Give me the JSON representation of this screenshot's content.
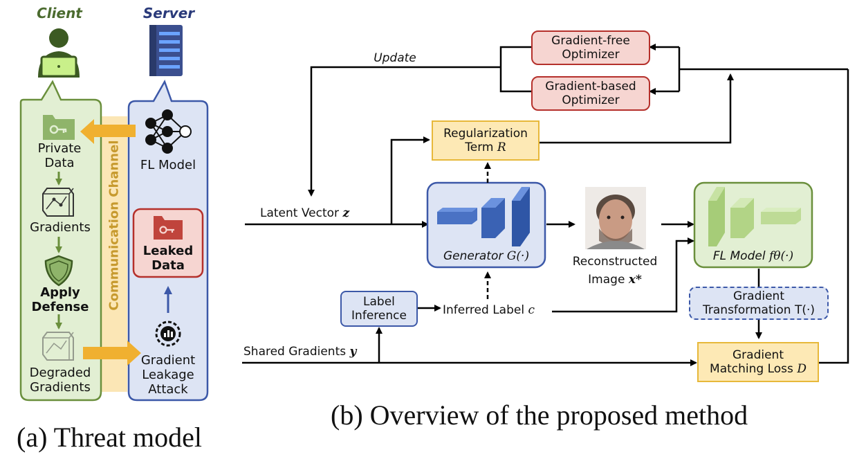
{
  "threat": {
    "client_title": "Client",
    "server_title": "Server",
    "private_data": "Private\nData",
    "gradients": "Gradients",
    "apply_defense": "Apply\nDefense",
    "degraded_gradients": "Degraded\nGradients",
    "channel": "Communication Channel",
    "fl_model": "FL Model",
    "leaked_data": "Leaked\nData",
    "attack": "Gradient\nLeakage\nAttack",
    "caption": "(a) Threat model"
  },
  "method": {
    "update": "Update",
    "gradient_free": "Gradient-free\nOptimizer",
    "gradient_based": "Gradient-based\nOptimizer",
    "regularization": "Regularization",
    "term": "Term ",
    "term_symbol": "R",
    "latent_vector": "Latent Vector ",
    "latent_symbol": "z",
    "generator": "Generator ",
    "generator_symbol": "G(·)",
    "reconstructed": "Reconstructed",
    "image": "Image ",
    "image_symbol": "x*",
    "fl_model": "FL Model ",
    "fl_symbol": "fθ(·)",
    "label_inference": "Label\nInference",
    "inferred_label": "Inferred Label ",
    "label_symbol": "c",
    "gradient_transformation": "Gradient\nTransformation T(·)",
    "shared_gradients": "Shared Gradients ",
    "shared_symbol": "y",
    "matching_loss": "Gradient",
    "matching_loss_2": "Matching Loss ",
    "loss_symbol": "D",
    "caption": "(b) Overview of the proposed method"
  },
  "colors": {
    "client_green": "#4b6b2f",
    "server_blue": "#2a3a7a",
    "panel_green": "#e2efd3",
    "panel_blue": "#dde4f4",
    "channel_yellow": "#fbe6b5",
    "arrow_orange": "#f0b030",
    "red_box": "#b5302b"
  }
}
